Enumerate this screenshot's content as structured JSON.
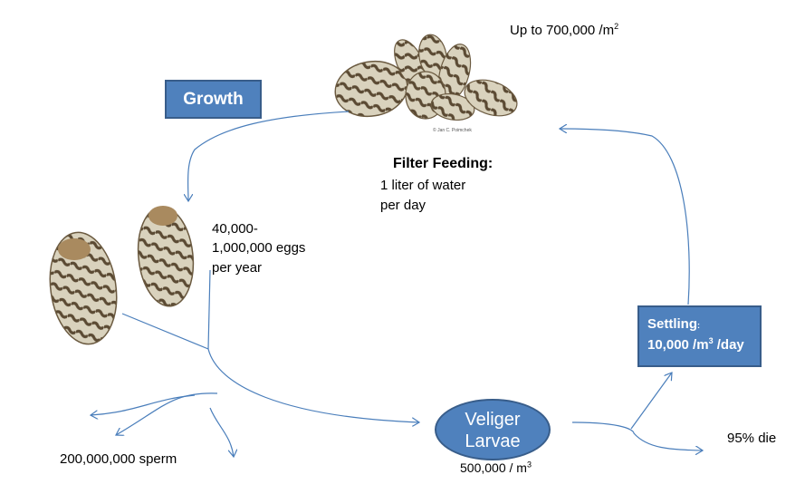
{
  "labels": {
    "density": "Up to 700,000 /m",
    "density_sup": "2",
    "filter_title": "Filter Feeding:",
    "filter_line1": "1 liter of water",
    "filter_line2": "per day",
    "eggs_line1": "40,000-",
    "eggs_line2": "1,000,000 eggs",
    "eggs_line3": "per year",
    "sperm": "200,000,000 sperm",
    "larvae_count": "500,000 / m",
    "larvae_count_sup": "3",
    "die": "95% die",
    "photo_credit": "Jan C. Poimchek"
  },
  "boxes": {
    "growth": "Growth",
    "settling_title": "Settling",
    "settling_colon": ":",
    "settling_rate_a": "10,000 /m",
    "settling_rate_sup": "3",
    "settling_rate_b": " /day",
    "veliger_line1": "Veliger",
    "veliger_line2": "Larvae"
  },
  "colors": {
    "box_fill": "#4f81bd",
    "box_border": "#385d8a",
    "arrow": "#4a7ebb",
    "shell_dark": "#5b4a33",
    "shell_light": "#d9d2bd"
  }
}
